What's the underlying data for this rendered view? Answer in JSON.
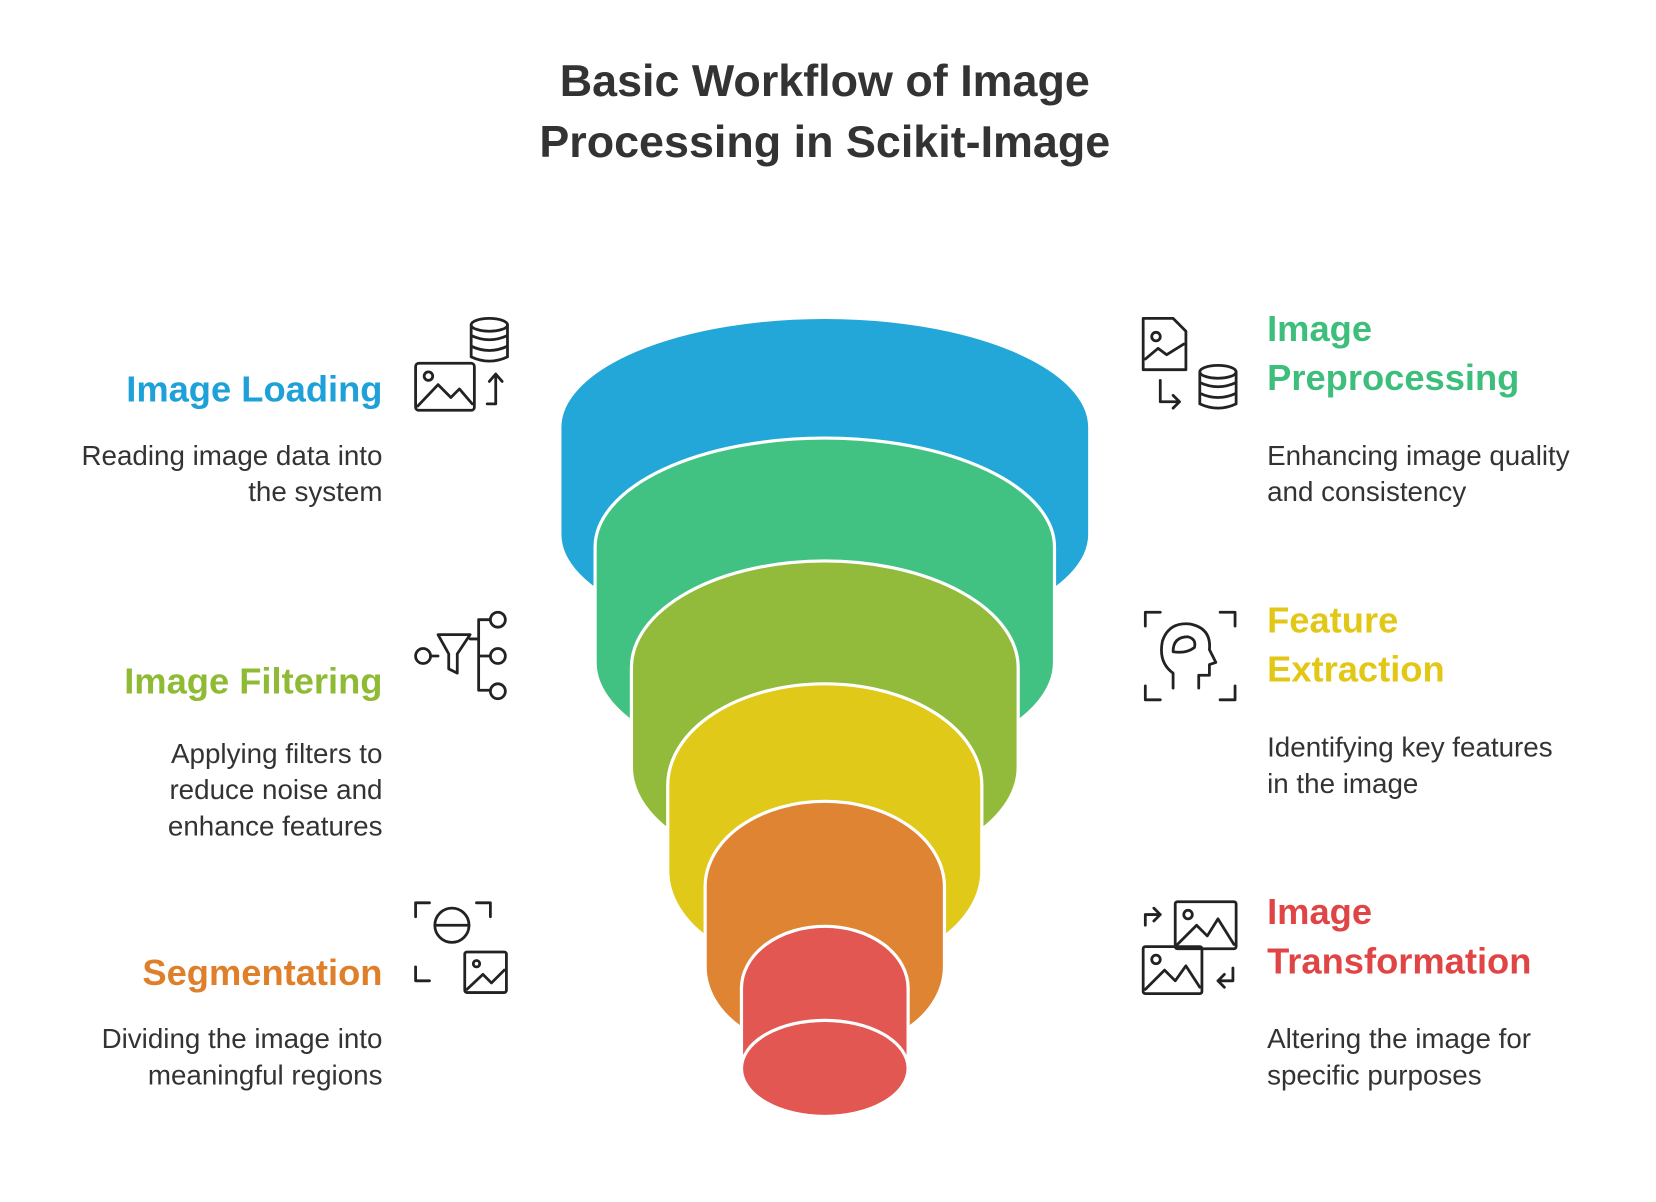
{
  "title": [
    "Basic Workflow of Image",
    "Processing in Scikit-Image"
  ],
  "stages": [
    {
      "id": "loading",
      "color": "#22a7d8",
      "label_color": "#1ea0d8",
      "heading": [
        "Image Loading"
      ],
      "desc": [
        "Reading image data into",
        "the system"
      ],
      "icon": "image-database-upload-icon"
    },
    {
      "id": "preprocessing",
      "color": "#41c283",
      "label_color": "#3dbf7b",
      "heading": [
        "Image",
        "Preprocessing"
      ],
      "desc": [
        "Enhancing image quality",
        "and consistency"
      ],
      "icon": "image-file-to-database-icon"
    },
    {
      "id": "filtering",
      "color": "#93bb3b",
      "label_color": "#8fbb34",
      "heading": [
        "Image Filtering"
      ],
      "desc": [
        "Applying filters to",
        "reduce noise and",
        "enhance features"
      ],
      "icon": "filter-network-icon"
    },
    {
      "id": "feature",
      "color": "#e0c918",
      "label_color": "#e3c716",
      "heading": [
        "Feature",
        "Extraction"
      ],
      "desc": [
        "Identifying key features",
        "in the image"
      ],
      "icon": "head-scan-icon"
    },
    {
      "id": "segmentation",
      "color": "#df8432",
      "label_color": "#df7f29",
      "heading": [
        "Segmentation"
      ],
      "desc": [
        "Dividing the image into",
        "meaningful regions"
      ],
      "icon": "segment-scan-icon"
    },
    {
      "id": "transformation",
      "color": "#e35753",
      "label_color": "#e04545",
      "heading": [
        "Image",
        "Transformation"
      ],
      "desc": [
        "Altering the image for",
        "specific purposes"
      ],
      "icon": "image-swap-icon"
    }
  ]
}
